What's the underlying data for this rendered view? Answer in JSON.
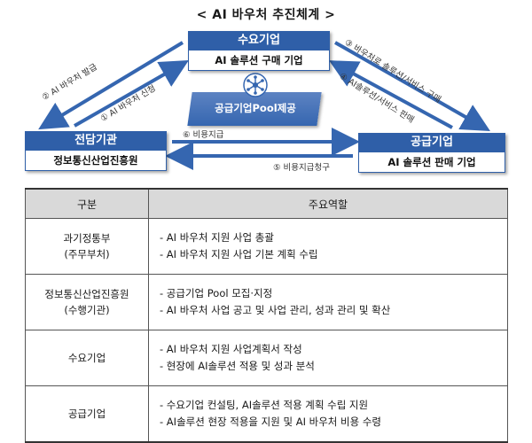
{
  "title": "< AI 바우처 추진체계 >",
  "nodes": {
    "demand": {
      "head": "수요기업",
      "sub": "AI 솔루션 구매 기업"
    },
    "agency": {
      "head": "전담기관",
      "sub": "정보통신산업진흥원"
    },
    "supply": {
      "head": "공급기업",
      "sub": "AI 솔루션 판매 기업"
    },
    "pool": {
      "label": "공급기업Pool제공",
      "icon": "network-hub-icon"
    }
  },
  "flows": {
    "f1": "① AI 바우처 신청",
    "f2": "② AI 바우처 발급",
    "f3": "③ 바우처로 솔루션/서비스 구매",
    "f4": "④ AI솔루션/서비스 판매",
    "f5": "⑤ 비용지급청구",
    "f6": "⑥ 비용지급"
  },
  "colors": {
    "node_blue": "#2f5fa8",
    "arrow_blue": "#3566b0",
    "header_gray": "#d9d9d9"
  },
  "table": {
    "headers": [
      "구분",
      "주요역할"
    ],
    "rows": [
      {
        "cat": [
          "과기정통부",
          "(주무부처)"
        ],
        "roles": [
          "- AI 바우처 지원 사업 총괄",
          "- AI 바우처 지원 사업 기본 계획 수립"
        ]
      },
      {
        "cat": [
          "정보통신산업진흥원",
          "(수행기관)"
        ],
        "roles": [
          "- 공급기업 Pool 모집·지정",
          "- AI 바우처 사업 공고 및 사업 관리, 성과 관리 및 확산"
        ]
      },
      {
        "cat": [
          "수요기업"
        ],
        "roles": [
          "- AI 바우처 지원 사업계획서 작성",
          "- 현장에 AI솔루션 적용 및 성과 분석"
        ]
      },
      {
        "cat": [
          "공급기업"
        ],
        "roles": [
          "- 수요기업 컨설팅, AI솔루션 적용 계획 수립 지원",
          "- AI솔루션 현장 적용을 지원 및 AI 바우처 비용 수령"
        ]
      }
    ]
  }
}
